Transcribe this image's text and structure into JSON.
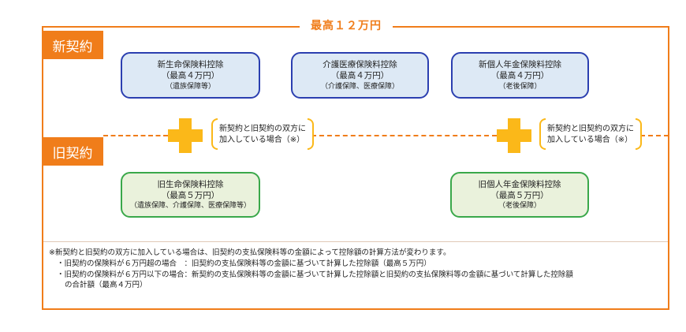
{
  "top_label": "最高１２万円",
  "tags": {
    "new": "新契約",
    "old": "旧契約"
  },
  "boxes": {
    "new_life": {
      "title": "新生命保険料控除",
      "max": "（最高４万円）",
      "sub": "（遺族保障等）"
    },
    "care": {
      "title": "介護医療保険料控除",
      "max": "（最高４万円）",
      "sub": "（介護保障、医療保障）"
    },
    "new_pension": {
      "title": "新個人年金保険料控除",
      "max": "（最高４万円）",
      "sub": "（老後保障）"
    },
    "old_life": {
      "title": "旧生命保険料控除",
      "max": "（最高５万円）",
      "sub": "（遺族保障、介護保障、医療保障等）"
    },
    "old_pension": {
      "title": "旧個人年金保険料控除",
      "max": "（最高５万円）",
      "sub": "（老後保障）"
    }
  },
  "notes": {
    "left": {
      "line1": "新契約と旧契約の双方に",
      "line2": "加入している場合（※）"
    },
    "right": {
      "line1": "新契約と旧契約の双方に",
      "line2": "加入している場合（※）"
    }
  },
  "footnote": {
    "line1": "※新契約と旧契約の双方に加入している場合は、旧契約の支払保険料等の金額によって控除額の計算方法が変わります。",
    "line2": "・旧契約の保険料が６万円超の場合　：旧契約の支払保険料等の金額に基づいて計算した控除額（最高５万円）",
    "line3": "・旧契約の保険料が６万円以下の場合：新契約の支払保険料等の金額に基づいて計算した控除額と旧契約の支払保険料等の金額に基づいて計算した控除額",
    "line4": "の合計額（最高４万円）"
  },
  "colors": {
    "accent": "#f07d1a",
    "plus": "#fbb819",
    "new_border": "#2b3fb0",
    "old_border": "#3aa84a"
  }
}
